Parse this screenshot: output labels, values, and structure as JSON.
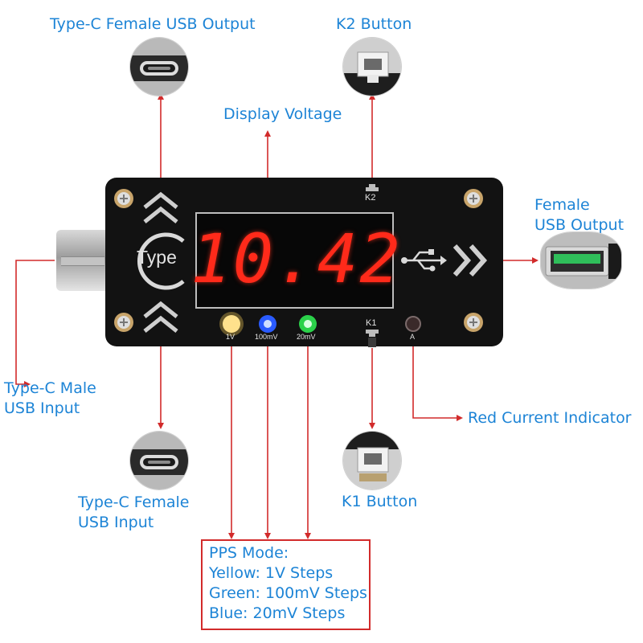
{
  "labels": {
    "typec_female_output": "Type-C Female USB Output",
    "k2_button": "K2 Button",
    "display_voltage": "Display Voltage",
    "female_usb_output_line1": "Female",
    "female_usb_output_line2": "USB Output",
    "typec_male_input_line1": "Type-C Male",
    "typec_male_input_line2": "USB Input",
    "red_current_indicator": "Red Current Indicator",
    "typec_female_input_line1": "Type-C Female",
    "typec_female_input_line2": "USB Input",
    "k1_button": "K1 Button"
  },
  "pps": {
    "title": "PPS Mode:",
    "lines": [
      "Yellow: 1V Steps",
      "Green: 100mV Steps",
      "Blue: 20mV Steps"
    ]
  },
  "board": {
    "display_value": "10.42",
    "logo_text": "Type",
    "k1_mark": "K1",
    "k2_mark": "K2",
    "current_led_mark": "A",
    "led_labels": [
      "1V",
      "100mV",
      "20mV"
    ]
  },
  "colors": {
    "label_blue": "#1d84d6",
    "wire_red": "#d22b2b",
    "segment_red": "#ff2a1a",
    "led_yellow": "#ffd35a",
    "led_blue": "#2a5bff",
    "led_green": "#2bd14a",
    "board_black": "#121212"
  }
}
